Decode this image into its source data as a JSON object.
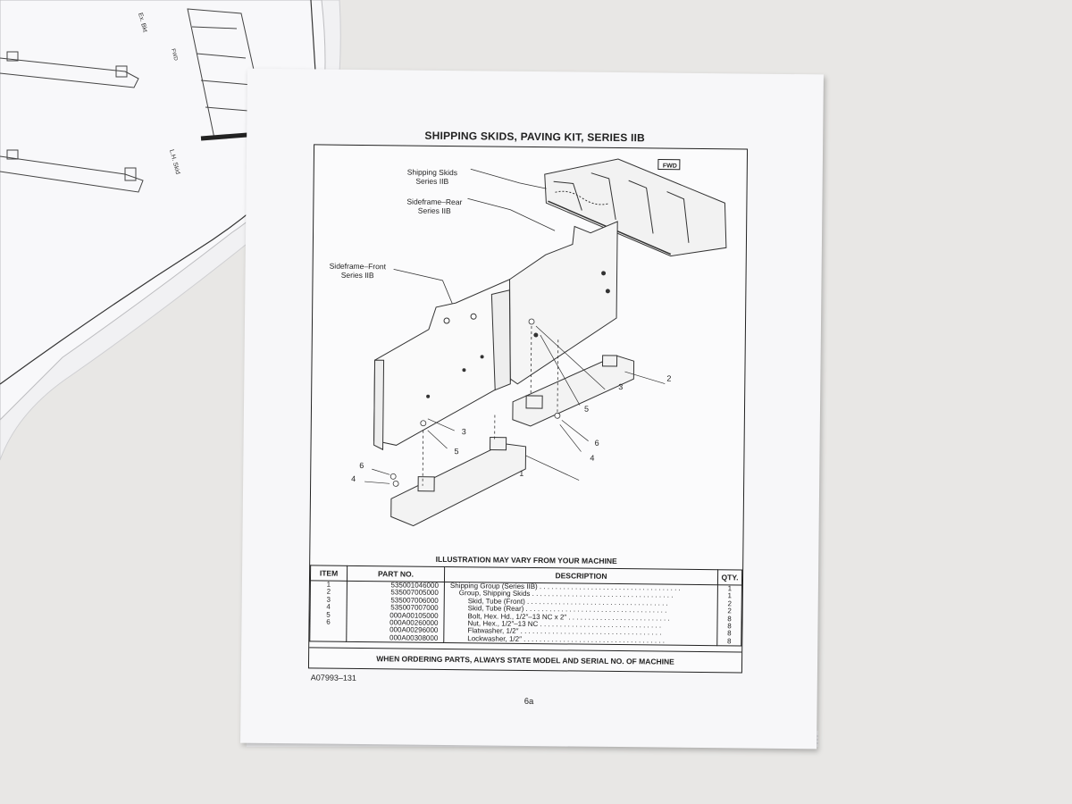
{
  "document": {
    "title": "SHIPPING SKIDS, PAVING KIT, SERIES IIB",
    "callouts": {
      "shipping_skids": "Shipping Skids\nSeries IIB",
      "sideframe_rear": "Sideframe–Rear\nSeries IIB",
      "sideframe_front": "Sideframe–Front\nSeries IIB"
    },
    "item_numbers": [
      "1",
      "2",
      "3",
      "4",
      "5",
      "6",
      "3",
      "5",
      "6",
      "4"
    ],
    "fwd_label": "FWD",
    "illustration_note": "ILLUSTRATION MAY VARY FROM YOUR MACHINE",
    "table": {
      "headers": {
        "item": "ITEM",
        "part_no": "PART NO.",
        "description": "DESCRIPTION",
        "qty": "QTY."
      },
      "rows": [
        {
          "item": "",
          "part_no": "535001046000",
          "description": "Shipping Group (Series IIB) . . . . . . . . . . . . . . . . . . . . . . . . . . . . . . . . . . . .",
          "qty": "1"
        },
        {
          "item": "",
          "part_no": "535007005000",
          "description": "Group, Shipping Skids . . . . . . . . . . . . . . . . . . . . . . . . . . . . . . . . . . . .",
          "qty": "1"
        },
        {
          "item": "1",
          "part_no": "535007006000",
          "description": "Skid, Tube (Front) . . . . . . . . . . . . . . . . . . . . . . . . . . . . . . . . . . . .",
          "qty": "2"
        },
        {
          "item": "2",
          "part_no": "535007007000",
          "description": "Skid, Tube (Rear) . . . . . . . . . . . . . . . . . . . . . . . . . . . . . . . . . . . .",
          "qty": "2"
        },
        {
          "item": "3",
          "part_no": "000A00105000",
          "description": "Bolt, Hex. Hd., 1/2″–13 NC x 2″ . . . . . . . . . . . . . . . . . . . . . . . . . .",
          "qty": "8"
        },
        {
          "item": "4",
          "part_no": "000A00260000",
          "description": "Nut, Hex., 1/2″–13 NC . . . . . . . . . . . . . . . . . . . . . . . . . . . . . . .",
          "qty": "8"
        },
        {
          "item": "5",
          "part_no": "000A00296000",
          "description": "Flatwasher, 1/2″ . . . . . . . . . . . . . . . . . . . . . . . . . . . . . . . . . . . .",
          "qty": "8"
        },
        {
          "item": "6",
          "part_no": "000A00308000",
          "description": "Lockwasher, 1/2″ . . . . . . . . . . . . . . . . . . . . . . . . . . . . . . . . . . . .",
          "qty": "8"
        }
      ]
    },
    "footer_note": "WHEN ORDERING PARTS, ALWAYS STATE MODEL AND SERIAL NO. OF MACHINE",
    "doc_number": "A07993–131",
    "page_number": "6a"
  },
  "background_page": {
    "labels": [
      "Ex. Bkt",
      "FWD",
      "L.H. Skid"
    ]
  },
  "colors": {
    "paper": "#f7f7f9",
    "ink": "#222222",
    "background": "#e8e7e5"
  }
}
